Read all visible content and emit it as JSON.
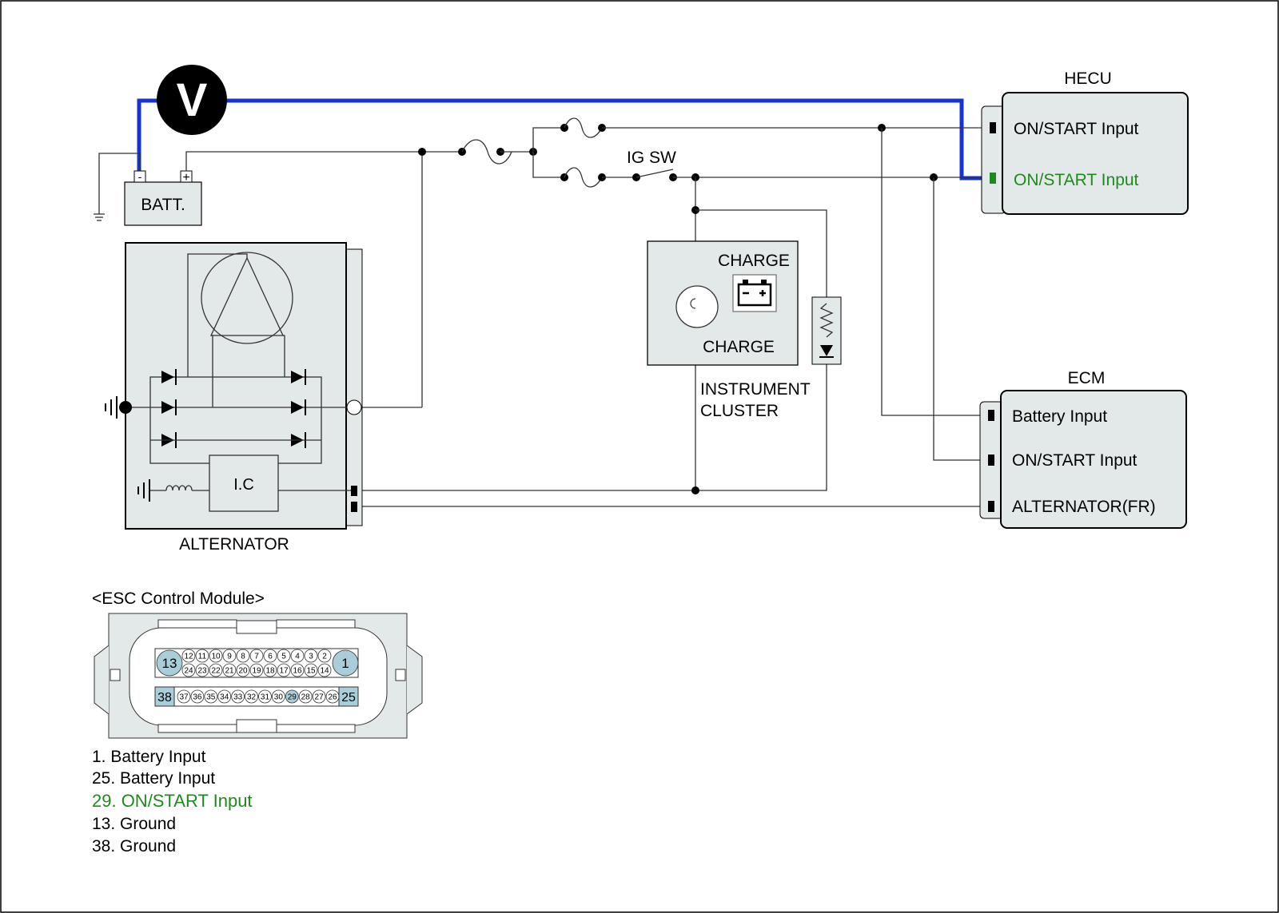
{
  "diagram": {
    "voltmeter_symbol": "V",
    "battery": {
      "label": "BATT.",
      "neg": "-",
      "pos": "+"
    },
    "ig_switch": "IG SW",
    "alternator": {
      "label": "ALTERNATOR",
      "ic_label": "I.C"
    },
    "instrument_cluster": {
      "label_line1": "INSTRUMENT",
      "label_line2": "CLUSTER",
      "lamp_label_top": "CHARGE",
      "lamp_label_bottom": "CHARGE"
    },
    "hecu": {
      "title": "HECU",
      "pins": [
        "ON/START Input",
        "ON/START Input"
      ]
    },
    "ecm": {
      "title": "ECM",
      "pins": [
        "Battery Input",
        "ON/START Input",
        "ALTERNATOR(FR)"
      ]
    },
    "colors": {
      "probe_wire": "#1733d6",
      "highlight": "#1e8a1e",
      "module_fill": "#e3e9e8",
      "pin_highlight": "#a9cdd9"
    }
  },
  "esc_module": {
    "title": "<ESC Control Module>",
    "connector_row1": [
      "13",
      "12",
      "11",
      "10",
      "9",
      "8",
      "7",
      "6",
      "5",
      "4",
      "3",
      "2",
      "1"
    ],
    "connector_row2": [
      "24",
      "23",
      "22",
      "21",
      "20",
      "19",
      "18",
      "17",
      "16",
      "15",
      "14"
    ],
    "connector_row3": [
      "38",
      "37",
      "36",
      "35",
      "34",
      "33",
      "32",
      "31",
      "30",
      "29",
      "28",
      "27",
      "26",
      "25"
    ],
    "legend": [
      {
        "text": "1. Battery Input",
        "highlight": false
      },
      {
        "text": "25. Battery Input",
        "highlight": false
      },
      {
        "text": "29. ON/START Input",
        "highlight": true
      },
      {
        "text": "13. Ground",
        "highlight": false
      },
      {
        "text": "38. Ground",
        "highlight": false
      }
    ]
  }
}
